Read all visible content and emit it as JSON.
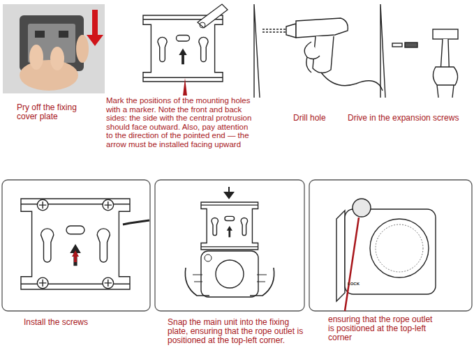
{
  "diagram": {
    "labels": [
      "Pry off the fixing cover plate",
      "Mark the positions of the mounting holes with a marker. Note the front and back sides: the side with the central protrusion should face outward. Also, pay attention to the direction of the pointed end — the arrow must be installed facing upward",
      "Drill hole",
      "Drive in the expansion screws",
      "Install the screws",
      "Snap the main unit into the fixing plate, ensuring that the rope outlet is positioned at the top-left corner.",
      "ensuring that the rope outlet is positioned at the top-left corner",
      "LOCK"
    ]
  }
}
